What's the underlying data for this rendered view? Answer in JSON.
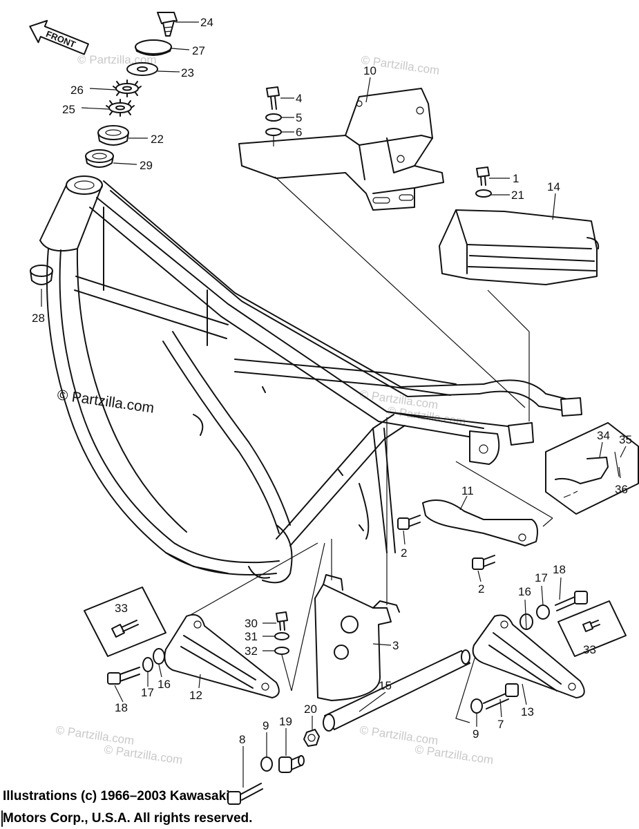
{
  "front_arrow": {
    "label": "FRONT"
  },
  "watermarks": [
    "© Partzilla.com",
    "© Partzilla.com",
    "© Partzilla.com",
    "© Partzilla.com",
    "© Partzilla.com",
    "© Partzilla.com",
    "© Partzilla.com",
    "© Partzilla.com"
  ],
  "main_watermark": "© Partzilla.com",
  "callouts": {
    "c1": "1",
    "c2a": "2",
    "c2b": "2",
    "c3": "3",
    "c4": "4",
    "c5": "5",
    "c6": "6",
    "c7": "7",
    "c8": "8",
    "c9a": "9",
    "c9b": "9",
    "c10": "10",
    "c11": "11",
    "c12": "12",
    "c13": "13",
    "c14": "14",
    "c15": "15",
    "c16a": "16",
    "c16b": "16",
    "c17a": "17",
    "c17b": "17",
    "c18a": "18",
    "c18b": "18",
    "c19": "19",
    "c20": "20",
    "c21": "21",
    "c22": "22",
    "c23": "23",
    "c24": "24",
    "c25": "25",
    "c26": "26",
    "c27": "27",
    "c28": "28",
    "c29": "29",
    "c30": "30",
    "c31": "31",
    "c32": "32",
    "c33a": "33",
    "c33b": "33",
    "c34": "34",
    "c35": "35",
    "c36": "36"
  },
  "copyright": {
    "line1": "Illustrations (c) 1966–2003 Kawasaki",
    "line2": "Motors Corp., U.S.A.  All rights reserved."
  }
}
